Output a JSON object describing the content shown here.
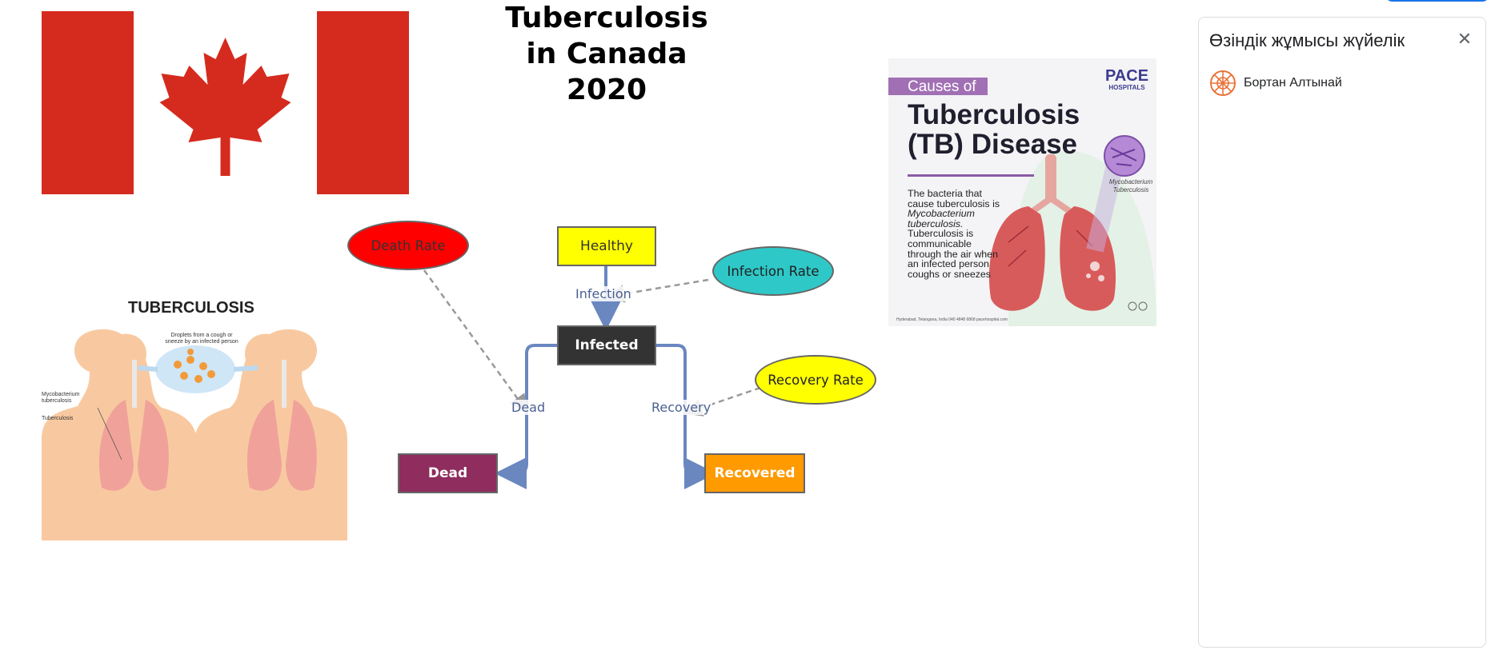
{
  "title": {
    "line1": "Tuberculosis",
    "line2": "in Canada",
    "line3": "2020"
  },
  "flag": {
    "name": "Canada flag",
    "red": "#d52b1e"
  },
  "panel": {
    "title": "Өзіндік жұмысы жүйелік",
    "close_icon": "close-icon",
    "user_name": "Бортан Алтынай",
    "avatar_color": "#e8743b"
  },
  "poster": {
    "causes": "Causes of",
    "heading_line1": "Tuberculosis",
    "heading_line2": "(TB) Disease",
    "logo_big": "PACE",
    "logo_small": "HOSPITALS",
    "body_pre": "The bacteria that cause tuberculosis is ",
    "body_em": "Mycobacterium tuberculosis.",
    "body_post": " Tuberculosis is communicable through the air when an infected person coughs or sneezes",
    "myco_label": "Mycobacterium Tuberculosis",
    "footer": "Hyderabad, Telangana, India   040 4848 6868   pacehospital.com"
  },
  "tb_illustration": {
    "title": "TUBERCULOSIS",
    "droplets_label": "Droplets from a cough or sneeze by an infected person",
    "myco_label": "Mycobacterium tuberculosis",
    "tubercle_label": "Tuberculosis"
  },
  "flow": {
    "nodes": {
      "healthy": "Healthy",
      "infected": "Infected",
      "dead": "Dead",
      "recovered": "Recovered",
      "death_rate": "Death Rate",
      "infection_rate": "Infection Rate",
      "recovery_rate": "Recovery Rate"
    },
    "edges": {
      "infection": "Infection",
      "dead": "Dead",
      "recovery": "Recovery"
    },
    "colors": {
      "healthy": "#ffff00",
      "infected": "#333333",
      "dead": "#8e2d5e",
      "recovered": "#ff9a00",
      "death_rate": "#ff0000",
      "infection_rate": "#2ec8c8",
      "recovery_rate": "#ffff00",
      "arrow": "#6a87c0"
    }
  }
}
